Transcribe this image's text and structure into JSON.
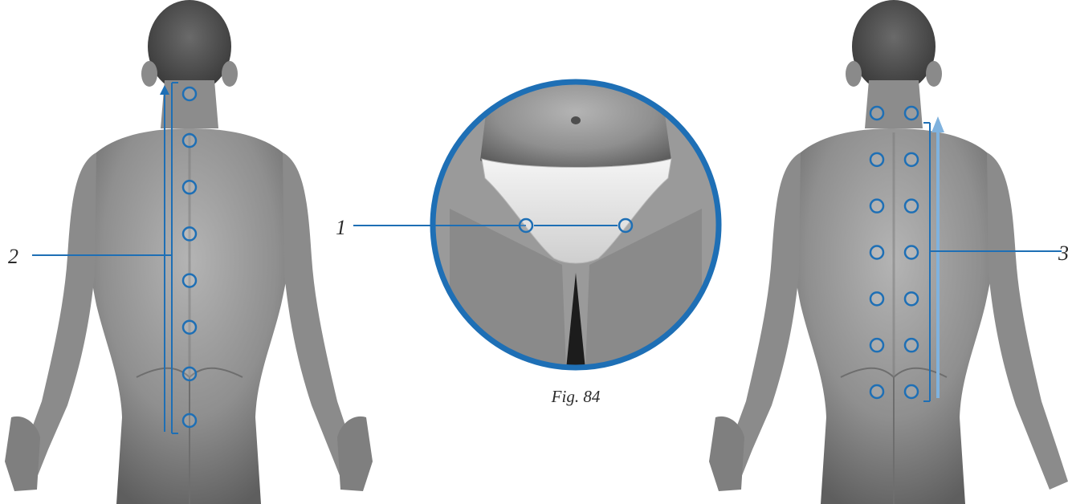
{
  "figure": {
    "caption": "Fig. 84",
    "accent_color": "#1e6fb5",
    "light_accent_color": "#7fb2de",
    "skin_color": "#8e8e8e"
  },
  "left_figure": {
    "view": "back",
    "label": "2",
    "point_count": 8,
    "arrow_direction": "up"
  },
  "center_inset": {
    "view": "front-pelvis",
    "label": "1",
    "point_count": 2
  },
  "right_figure": {
    "view": "back",
    "label": "3",
    "rows": 7,
    "points_per_row": 2,
    "arrow_direction": "up"
  }
}
